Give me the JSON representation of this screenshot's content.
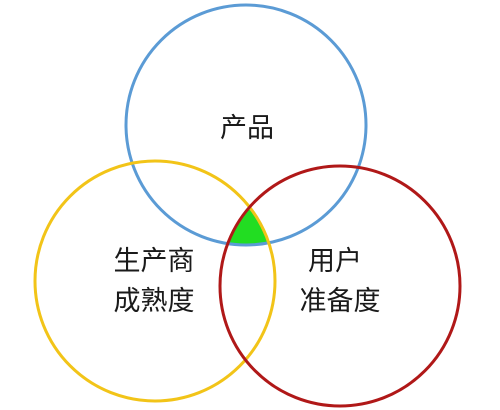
{
  "diagram": {
    "type": "venn",
    "circles": [
      {
        "id": "product",
        "label_lines": [
          "产品"
        ],
        "stroke_color": "#5b9bd5"
      },
      {
        "id": "producer-maturity",
        "label_lines": [
          "生产商",
          "成熟度"
        ],
        "stroke_color": "#f2c418"
      },
      {
        "id": "user-readiness",
        "label_lines": [
          "用户",
          "准备度"
        ],
        "stroke_color": "#b01818"
      }
    ],
    "intersection_fill": "#22dd22"
  }
}
